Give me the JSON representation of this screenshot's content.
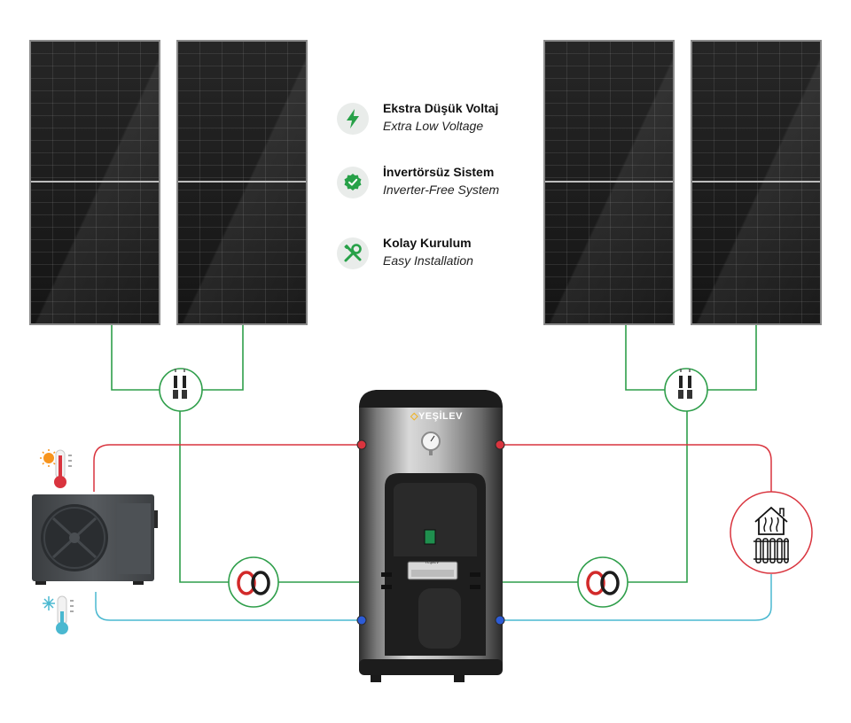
{
  "features": [
    {
      "icon": "lightning-icon",
      "title": "Ekstra Düşük Voltaj",
      "subtitle": "Extra Low Voltage"
    },
    {
      "icon": "check-badge-icon",
      "title": "İnvertörsüz Sistem",
      "subtitle": "Inverter-Free System"
    },
    {
      "icon": "wrench-screwdriver-icon",
      "title": "Kolay Kurulum",
      "subtitle": "Easy Installation"
    }
  ],
  "tank": {
    "brand": "YEŞİLEV",
    "display_label": "Yeşilev"
  },
  "colors": {
    "green_line": "#2e9e4a",
    "red_line": "#d9343e",
    "blue_line": "#4ab8d0",
    "icon_green": "#27a148"
  }
}
